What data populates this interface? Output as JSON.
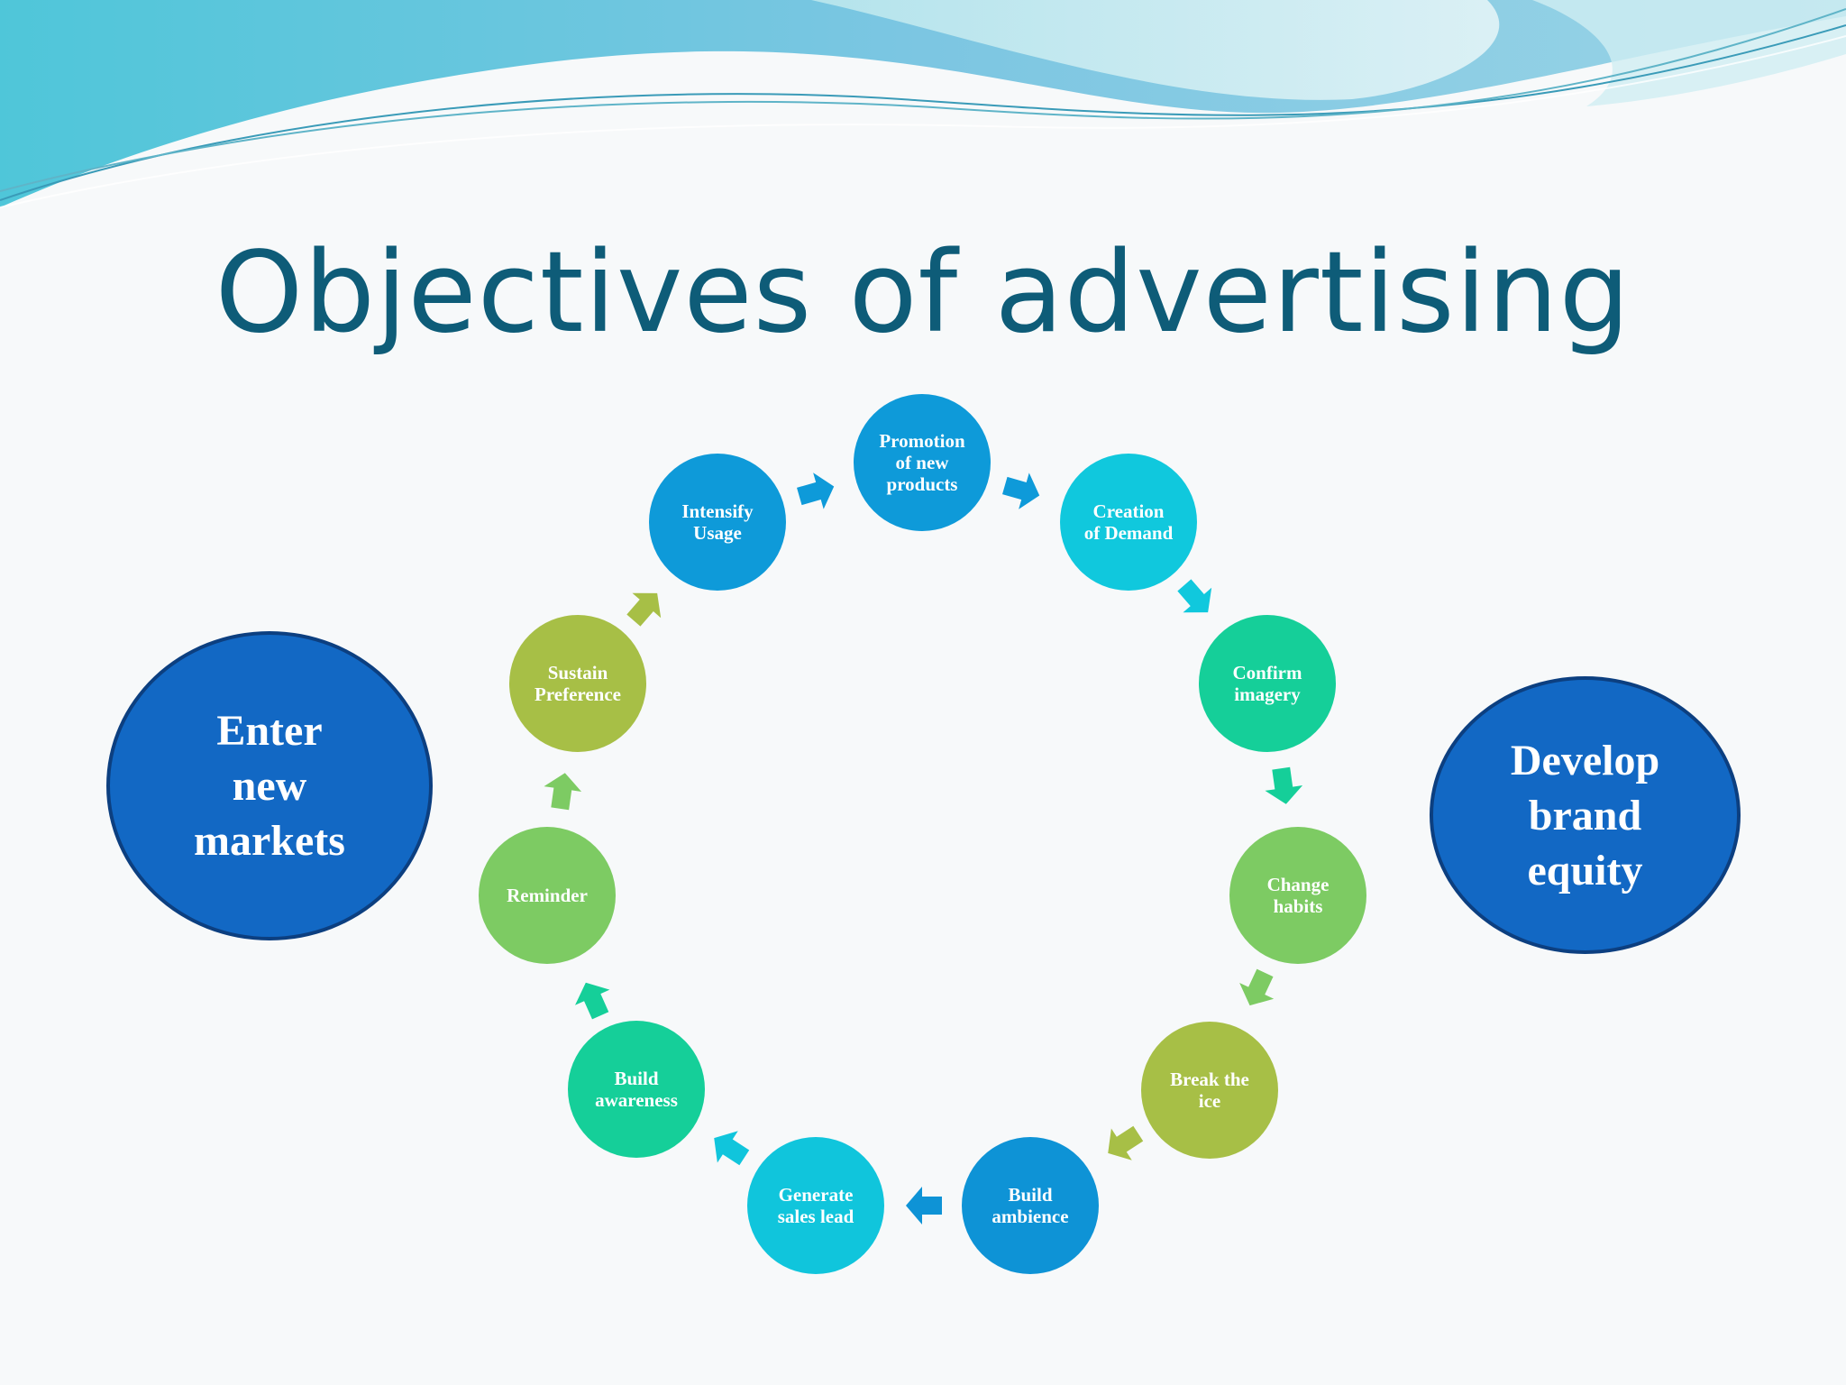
{
  "title": "Objectives of advertising",
  "left_callout": "Enter\nnew\nmarkets",
  "right_callout": "Develop\nbrand\nequity",
  "cycle": [
    {
      "label": "Promotion\nof new\nproducts",
      "color": "#0e9ad9"
    },
    {
      "label": "Creation\nof Demand",
      "color": "#10c8dd"
    },
    {
      "label": "Confirm\nimagery",
      "color": "#15cf99"
    },
    {
      "label": "Change\nhabits",
      "color": "#7dcb63"
    },
    {
      "label": "Break the\nice",
      "color": "#a7bf46"
    },
    {
      "label": "Build\nambience",
      "color": "#0e93d6"
    },
    {
      "label": "Generate\nsales lead",
      "color": "#10c5dc"
    },
    {
      "label": "Build\nawareness",
      "color": "#15cf99"
    },
    {
      "label": "Reminder",
      "color": "#7dcb63"
    },
    {
      "label": "Sustain\nPreference",
      "color": "#a7bf46"
    },
    {
      "label": "Intensify\nUsage",
      "color": "#0e9ad9"
    }
  ]
}
